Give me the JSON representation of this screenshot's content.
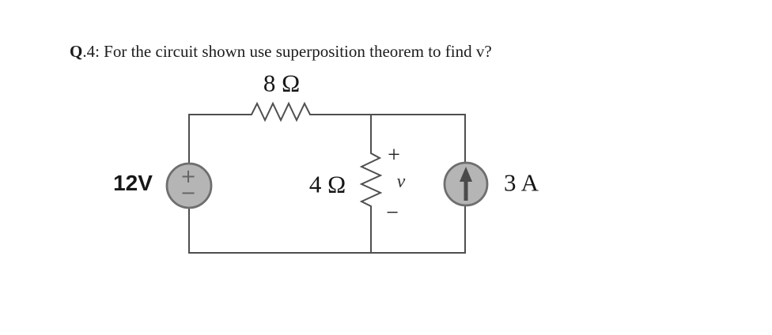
{
  "title": {
    "prefix": "Q",
    "rest": ".4: For the circuit shown use superposition theorem to find v?"
  },
  "circuit": {
    "top_resistor": {
      "label": "8 Ω"
    },
    "mid_resistor": {
      "label": "4 Ω"
    },
    "voltage_source": {
      "label": "12V",
      "plus": "+",
      "minus": "−"
    },
    "current_source": {
      "label": "3 A"
    },
    "voltage_annotation": {
      "plus": "+",
      "symbol": "v",
      "minus": "−"
    },
    "colors": {
      "wire": "#4f4f4f",
      "source_fill": "#b5b5b5",
      "source_border": "#6e6e6e",
      "arrow": "#4a4a4a",
      "text": "#1c1c1c"
    }
  }
}
